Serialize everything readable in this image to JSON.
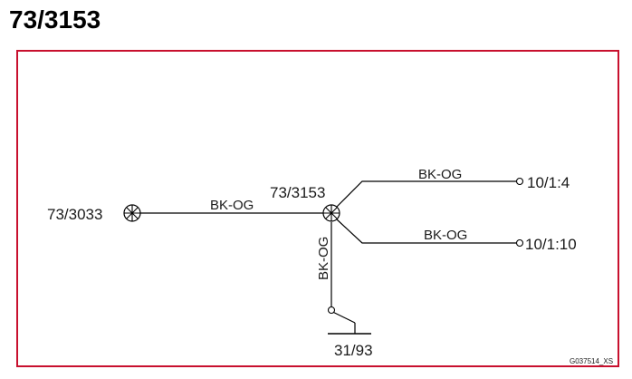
{
  "header": {
    "title": "73/3153"
  },
  "diagram": {
    "left_connector": "73/3033",
    "center_connector": "73/3153",
    "wire_left": "BK-OG",
    "wire_upper_right": "BK-OG",
    "wire_lower_right": "BK-OG",
    "wire_down": "BK-OG",
    "terminal_upper": "10/1:4",
    "terminal_lower": "10/1:10",
    "ground_label": "31/93",
    "figure_code": "G037514_XS"
  },
  "colors": {
    "frame_border": "#c8102e",
    "line": "#000000"
  }
}
